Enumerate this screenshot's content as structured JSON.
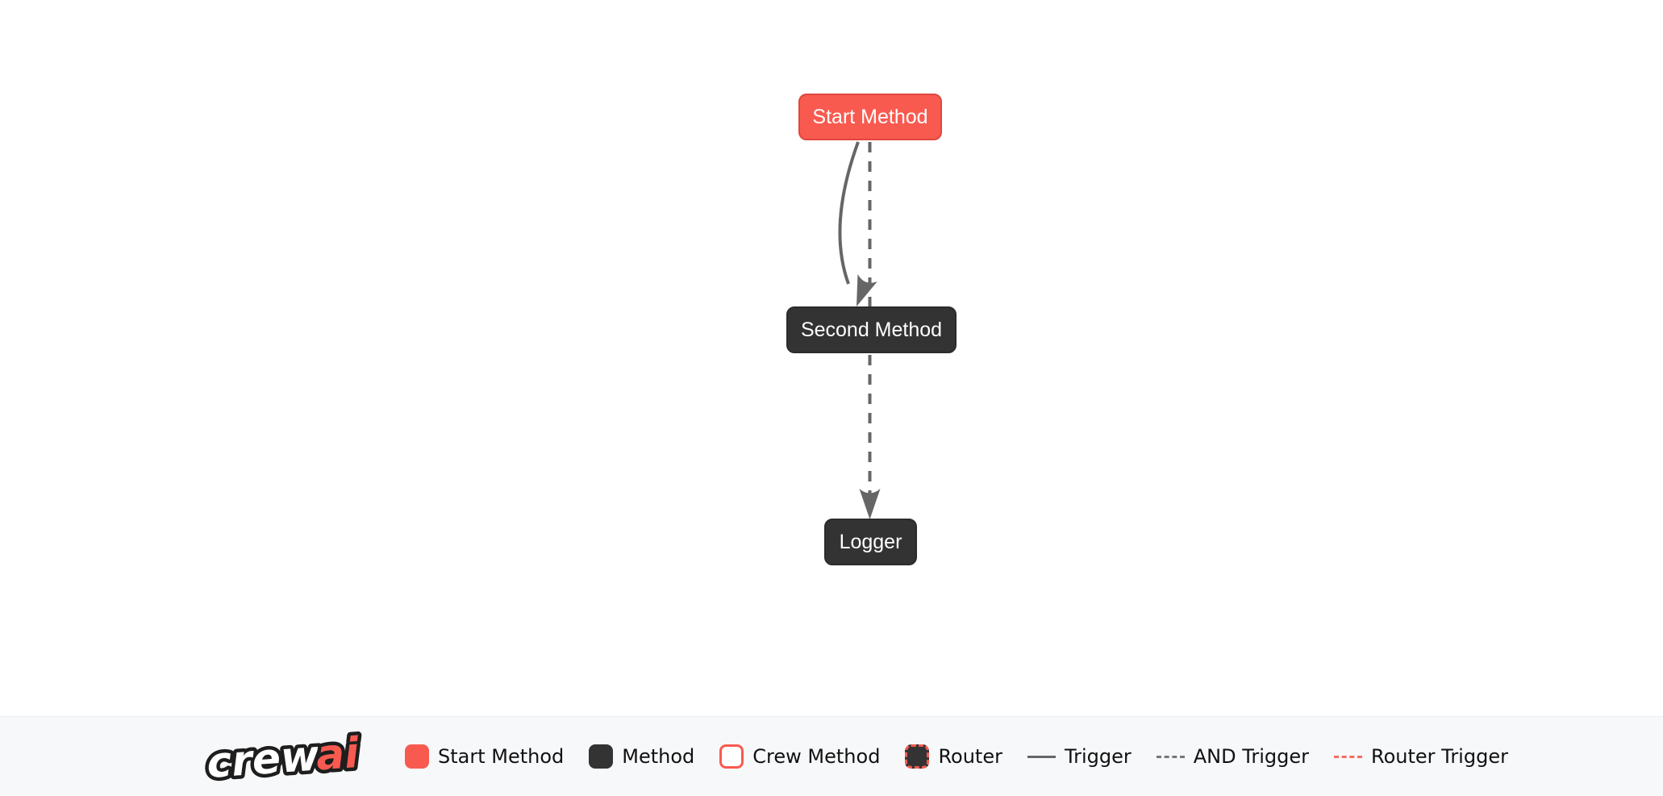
{
  "diagram": {
    "nodes": [
      {
        "id": "start_method",
        "label": "Start Method",
        "type": "start-method"
      },
      {
        "id": "second_method",
        "label": "Second Method",
        "type": "method"
      },
      {
        "id": "logger",
        "label": "Logger",
        "type": "method"
      }
    ],
    "edges": [
      {
        "from": "start_method",
        "to": "second_method",
        "type": "trigger",
        "style": "solid-curved"
      },
      {
        "from": "start_method",
        "to": "logger",
        "type": "and-trigger",
        "style": "dashed-straight"
      }
    ]
  },
  "footer": {
    "logo": {
      "part1": "crew",
      "part2": "ai"
    },
    "legend": [
      {
        "label": "Start Method",
        "swatch": "red-rounded-square"
      },
      {
        "label": "Method",
        "swatch": "dark-rounded-square"
      },
      {
        "label": "Crew Method",
        "swatch": "white-square-red-border"
      },
      {
        "label": "Router",
        "swatch": "dark-square-red-dashed-border"
      },
      {
        "label": "Trigger",
        "swatch": "solid-gray-line"
      },
      {
        "label": "AND Trigger",
        "swatch": "dashed-gray-line"
      },
      {
        "label": "Router Trigger",
        "swatch": "dashed-red-line"
      }
    ]
  },
  "colors": {
    "start_node_fill": "#f85a50",
    "start_node_border": "#e0473d",
    "method_node_fill": "#333333",
    "edge_gray": "#666666",
    "router_red": "#f85a50",
    "footer_background": "#f7f8fa",
    "canvas_background": "#ffffff"
  }
}
